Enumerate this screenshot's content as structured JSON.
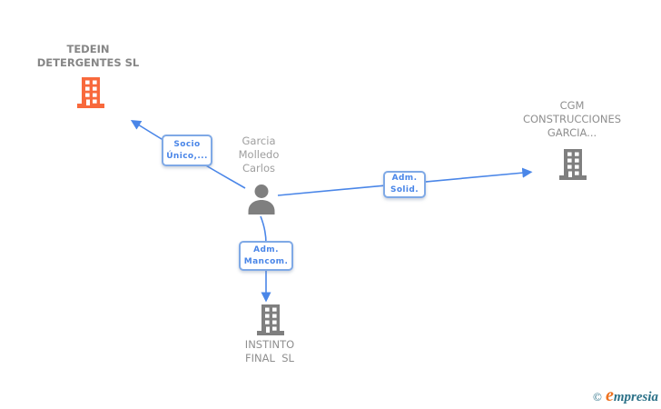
{
  "diagram": {
    "kind": "company-relationship-graph",
    "nodes": {
      "tedein": {
        "name": "TEDEIN DETERGENTES SL",
        "lines": [
          "TEDEIN",
          "DETERGENTES SL"
        ],
        "type": "company",
        "highlighted": true,
        "icon": "building-icon",
        "icon_color": "#f8693c"
      },
      "persona": {
        "name": "Garcia Molledo Carlos",
        "lines": [
          "Garcia",
          "Molledo",
          "Carlos"
        ],
        "type": "person",
        "highlighted": false,
        "icon": "person-icon",
        "icon_color": "#7f7f7f"
      },
      "cgm": {
        "name": "CGM CONSTRUCCIONES GARCIA...",
        "lines": [
          "CGM",
          "CONSTRUCCIONES",
          "GARCIA..."
        ],
        "type": "company",
        "highlighted": false,
        "icon": "building-icon",
        "icon_color": "#7f7f7f"
      },
      "instinto": {
        "name": "INSTINTO FINAL SL",
        "lines": [
          "INSTINTO",
          "FINAL  SL"
        ],
        "type": "company",
        "highlighted": false,
        "icon": "building-icon",
        "icon_color": "#7f7f7f"
      }
    },
    "edges": {
      "socio_unico": {
        "from": "persona",
        "to": "tedein",
        "label_lines": [
          "Socio",
          "Único,..."
        ]
      },
      "adm_solid": {
        "from": "persona",
        "to": "cgm",
        "label_lines": [
          "Adm.",
          "Solid."
        ]
      },
      "adm_mancom": {
        "from": "persona",
        "to": "instinto",
        "label_lines": [
          "Adm.",
          "Mancom."
        ]
      }
    },
    "colors": {
      "edge_blue": "#4a86e8",
      "label_border_blue": "#7fa9e6",
      "node_gray": "#7f7f7f",
      "highlight_orange": "#f8693c",
      "text_gray": "#8f8f8f"
    }
  },
  "watermark": {
    "copyright": "©",
    "brand_first_letter": "e",
    "brand_rest": "mpresia"
  }
}
